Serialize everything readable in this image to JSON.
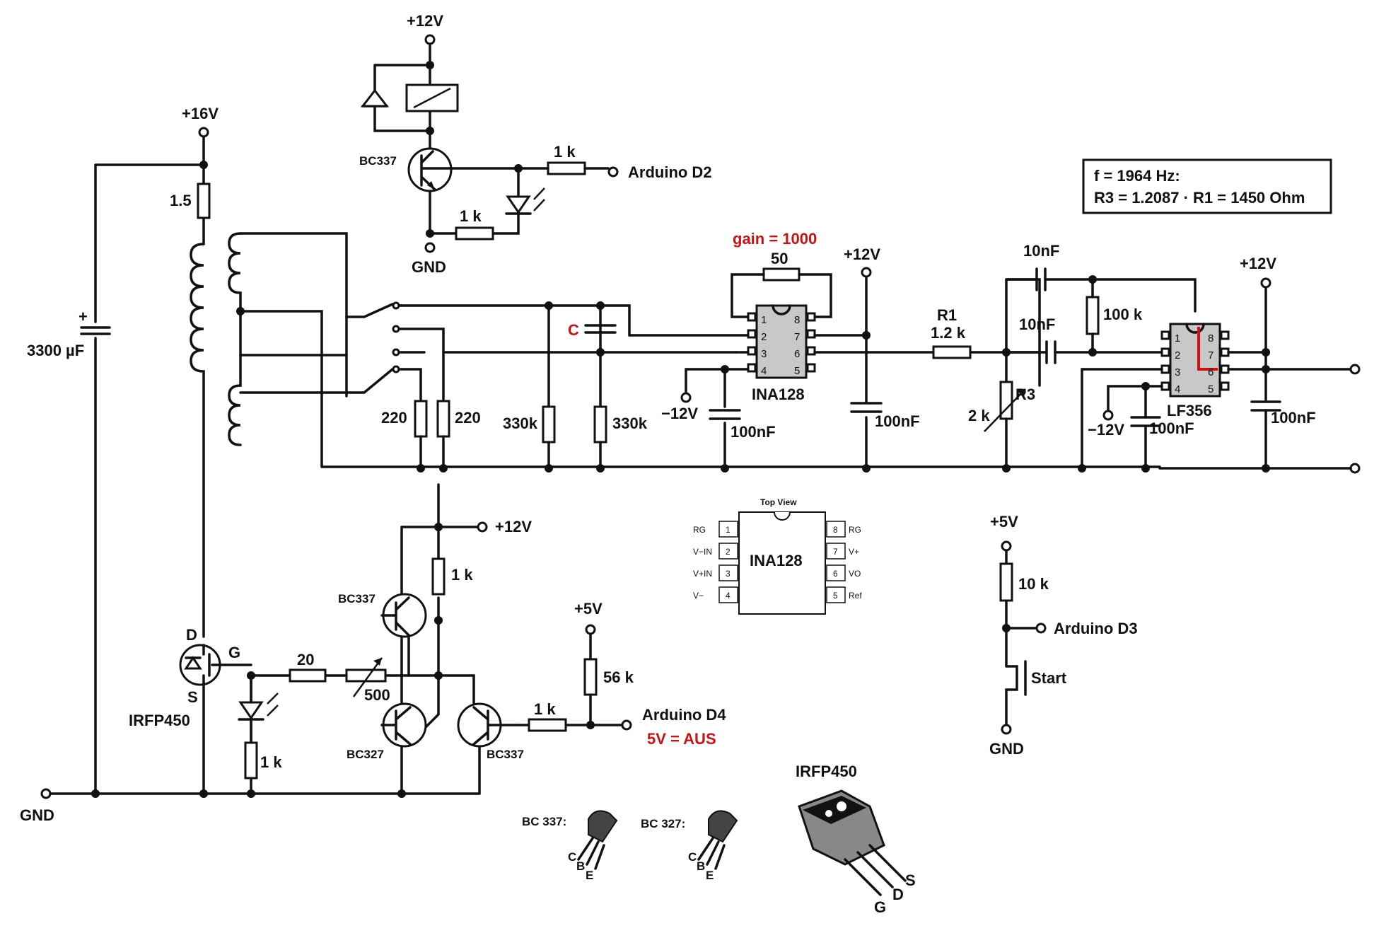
{
  "rails": {
    "p12_relay": "+12V",
    "p16": "+16V",
    "p12_ina": "+12V",
    "p12_lf": "+12V",
    "p12_driver": "+12V",
    "p5_driver": "+5V",
    "p5_start": "+5V",
    "m12_ina": "−12V",
    "m12_lf": "−12V",
    "gnd_relay": "GND",
    "gnd_main": "GND",
    "gnd_start": "GND"
  },
  "relay": {
    "transistor": "BC337",
    "r_base": "1 k",
    "r_led": "1 k",
    "arduino": "Arduino D2"
  },
  "power": {
    "cap": "3300 µF",
    "cap_plus": "+",
    "r_shunt": "1.5"
  },
  "front": {
    "r220a": "220",
    "r220b": "220",
    "r330a": "330k",
    "r330b": "330k",
    "cap_c": "C"
  },
  "ina": {
    "gain": "gain = 1000",
    "rg": "50",
    "name": "INA128",
    "cap": "100nF",
    "cap_out": "100nF",
    "pins_left": [
      "1",
      "2",
      "3",
      "4"
    ],
    "pins_right": [
      "8",
      "7",
      "6",
      "5"
    ]
  },
  "filter": {
    "r1_name": "R1",
    "r1_val": "1.2 k",
    "r3_name": "R3",
    "r3_val": "2 k",
    "c1": "10nF",
    "c2": "10nF",
    "r100k": "100 k",
    "opamp": "LF356",
    "cap_neg": "100nF",
    "cap_pos": "100nF",
    "pins_left": [
      "1",
      "2",
      "3",
      "4"
    ],
    "pins_right": [
      "8",
      "7",
      "6",
      "5"
    ]
  },
  "note": {
    "line1": "f = 1964 Hz:",
    "line2": "R3 = 1.2087 · R1 = 1450 Ohm"
  },
  "pinout": {
    "top_view": "Top View",
    "name": "INA128",
    "left_nums": [
      "1",
      "2",
      "3",
      "4"
    ],
    "right_nums": [
      "8",
      "7",
      "6",
      "5"
    ],
    "left_names": [
      "RG",
      "V−IN",
      "V+IN",
      "V−"
    ],
    "right_names": [
      "RG",
      "V+",
      "VO",
      "Ref"
    ]
  },
  "start": {
    "r": "10 k",
    "arduino": "Arduino D3",
    "switch": "Start"
  },
  "driver": {
    "mosfet": "IRFP450",
    "d": "D",
    "g": "G",
    "s": "S",
    "r_gate": "20",
    "pot": "500",
    "r_led": "1 k",
    "q_top": "BC337",
    "q_bot": "BC327",
    "q_in": "BC337",
    "r_pull": "1 k",
    "r_base": "1 k",
    "r_56k": "56 k",
    "arduino": "Arduino D4",
    "aus": "5V = AUS"
  },
  "packages": {
    "bc337": "BC 337:",
    "bc327": "BC 327:",
    "irfp450": "IRFP450",
    "to92_pins": [
      "C",
      "B",
      "E"
    ],
    "to247_pins": [
      "G",
      "D",
      "S"
    ]
  },
  "colors": {
    "annotation_red": "#d01010",
    "wire": "#111111"
  }
}
